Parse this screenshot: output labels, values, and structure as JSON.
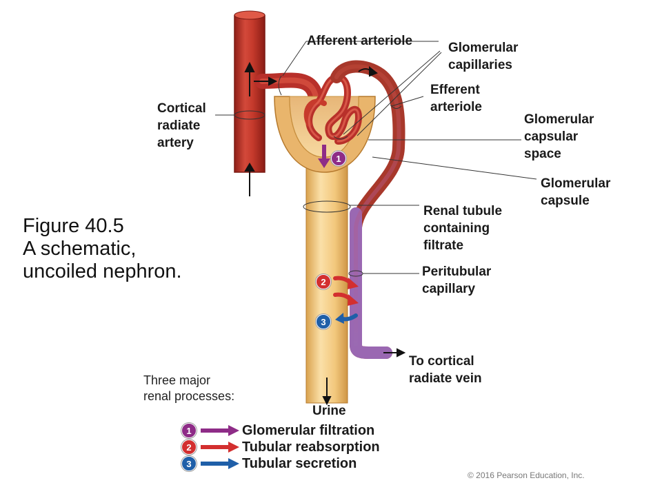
{
  "labels": {
    "afferent_arteriole": "Afferent arteriole",
    "glomerular_capillaries": "Glomerular\ncapillaries",
    "efferent_arteriole": "Efferent\narteriole",
    "cortical_radiate_artery": "Cortical\nradiate\nartery",
    "glomerular_capsular_space": "Glomerular\ncapsular\nspace",
    "glomerular_capsule": "Glomerular\ncapsule",
    "renal_tubule": "Renal tubule\ncontaining\nfiltrate",
    "peritubular_capillary": "Peritubular\ncapillary",
    "to_cortical_radiate_vein": "To cortical\nradiate vein",
    "urine": "Urine"
  },
  "caption": "Figure 40.5\nA schematic,\nuncoiled nephron.",
  "legend": {
    "intro": "Three major\nrenal processes:",
    "items": [
      {
        "number": "1",
        "label": "Glomerular filtration",
        "color": "#8e2c87"
      },
      {
        "number": "2",
        "label": "Tubular reabsorption",
        "color": "#d32f2f"
      },
      {
        "number": "3",
        "label": "Tubular secretion",
        "color": "#1f5fa8"
      }
    ]
  },
  "markers": [
    "1",
    "2",
    "3"
  ],
  "colors": {
    "artery": "#c8392b",
    "tubule": "#f0c477",
    "capillary_venous": "#a46bb0"
  },
  "copyright": "© 2016 Pearson Education, Inc."
}
